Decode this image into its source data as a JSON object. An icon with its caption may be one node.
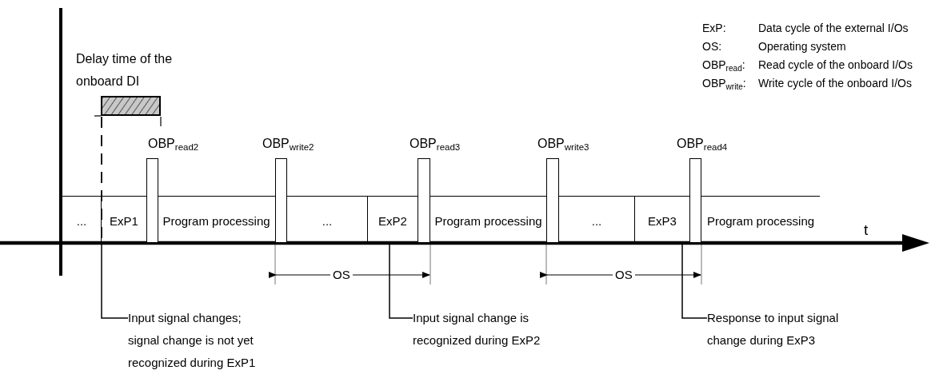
{
  "diagram": {
    "nodes": [
      {
        "text": [],
        "shape": "box",
        "beside": [
          "Delay time of the onboard DI"
        ]
      },
      {
        "text": [
          "..."
        ]
      },
      {
        "text": [
          "ExP1"
        ]
      },
      {
        "text": [],
        "shape": "bar",
        "beside": [
          "OBP$_{read2}$"
        ]
      },
      {
        "text": [
          "Program processing"
        ]
      },
      {
        "text": [],
        "shape": "bar",
        "beside": [
          "OBP$_{write2}$"
        ]
      },
      {
        "text": [
          "..."
        ]
      },
      {
        "text": [
          "ExP2"
        ]
      },
      {
        "text": [],
        "shape": "bar",
        "beside": [
          "OBP$_{read3}$"
        ]
      },
      {
        "text": [
          "Program processing"
        ]
      },
      {
        "text": [],
        "shape": "bar",
        "beside": [
          "OBP$_{write3}$"
        ]
      },
      {
        "text": [
          "..."
        ]
      },
      {
        "text": [
          "ExP3"
        ]
      },
      {
        "text": [],
        "shape": "bar",
        "beside": [
          "OBP$_{read4}$"
        ]
      },
      {
        "text": [
          "Program processing"
        ]
      },
      {
        "text": [
          "Input signal changes; signal change is not yet recognized during ExP1"
        ]
      },
      {
        "text": [
          "Input signal change is recognized during ExP2"
        ]
      },
      {
        "text": [
          "Response to input signal change during ExP3"
        ]
      }
    ],
    "edges": [
      {
        "from": 15,
        "to": 2,
        "arrow": "none"
      },
      {
        "from": 16,
        "to": 7,
        "arrow": "none"
      },
      {
        "from": 17,
        "to": 12,
        "arrow": "none"
      }
    ],
    "labels": [
      "ExP:",
      "Data cycle of the external I/Os",
      "OS:",
      "Operating system",
      "OBP$_{read}$:",
      "Read cycle of the onboard I/Os",
      "OBP$_{write}$:",
      "Write cycle of the onboard I/Os",
      "t",
      "OS",
      "OS"
    ]
  }
}
